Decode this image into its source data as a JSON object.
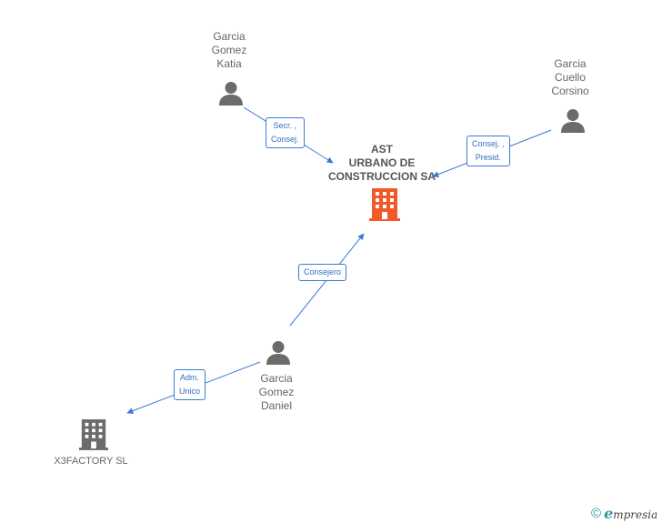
{
  "colors": {
    "edge": "#3a7bd5",
    "person": "#6b6b6b",
    "company_main": "#f05a28",
    "company_other": "#6b6b6b"
  },
  "nodes": {
    "katia": {
      "lines": [
        "Garcia",
        "Gomez",
        "Katia"
      ]
    },
    "corsino": {
      "lines": [
        "Garcia",
        "Cuello",
        "Corsino"
      ]
    },
    "daniel": {
      "lines": [
        "Garcia",
        "Gomez",
        "Daniel"
      ]
    },
    "ast": {
      "lines": [
        "AST",
        "URBANO DE",
        "CONSTRUCCION SA"
      ]
    },
    "x3factory": {
      "lines": [
        "X3FACTORY SL"
      ]
    }
  },
  "edges": {
    "katia_ast": {
      "lines": [
        "Secr. ,",
        "Consej."
      ]
    },
    "corsino_ast": {
      "lines": [
        "Consej. ,",
        "Presid."
      ]
    },
    "daniel_ast": {
      "lines": [
        "Consejero"
      ]
    },
    "daniel_x3": {
      "lines": [
        "Adm.",
        "Unico"
      ]
    }
  },
  "footer": {
    "copyright": "©",
    "brand_initial": "e",
    "brand_rest": "mpresia"
  }
}
